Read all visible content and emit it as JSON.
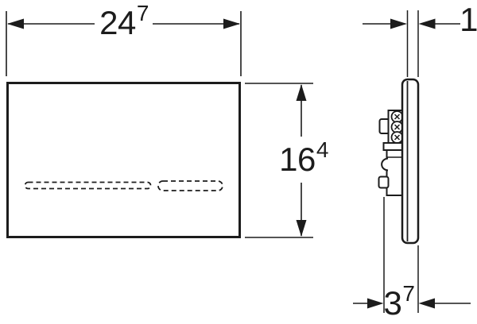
{
  "drawing": {
    "type": "technical-dimension-drawing",
    "views": {
      "front_view": "flush-plate front view with two dashed sensor windows",
      "side_view": "flush-plate side profile with mounting mechanism and screws"
    },
    "colors": {
      "line": "#1c1c1c",
      "background": "#ffffff"
    }
  },
  "dimensions": {
    "front_width": {
      "value": "24",
      "sup": "7"
    },
    "front_height": {
      "value": "16",
      "sup": "4"
    },
    "plate_thickness": {
      "value": "1",
      "sup": ""
    },
    "total_depth": {
      "value": "3",
      "sup": "7"
    }
  }
}
